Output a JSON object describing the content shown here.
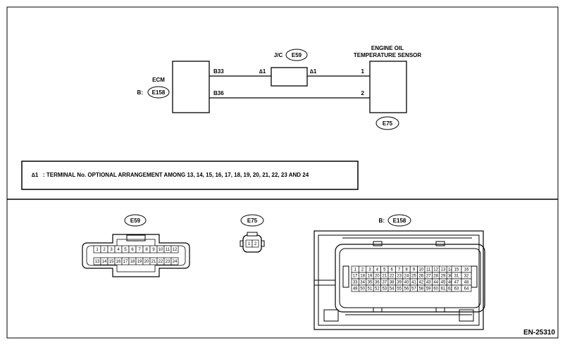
{
  "ecm": {
    "name": "ECM",
    "prefix": "B:",
    "connector": "E158"
  },
  "sensor": {
    "line1": "ENGINE OIL",
    "line2": "TEMPERATURE SENSOR",
    "connector": "E75"
  },
  "jc": {
    "name": "J/C",
    "connector": "E59",
    "mark_left": "∆1",
    "mark_right": "∆1"
  },
  "wires": [
    {
      "from": "B33",
      "to": "1"
    },
    {
      "from": "B36",
      "to": "2"
    }
  ],
  "note": {
    "mark": "∆1",
    "text": ": TERMINAL No. OPTIONAL ARRANGEMENT AMONG 13, 14, 15, 16, 17, 18, 19, 20, 21, 22, 23 AND 24"
  },
  "connectors": {
    "e59": {
      "label": "E59",
      "row1": [
        "1",
        "2",
        "3",
        "4",
        "5",
        "6",
        "7",
        "8",
        "9",
        "10",
        "11",
        "12"
      ],
      "row2": [
        "13",
        "14",
        "15",
        "16",
        "17",
        "18",
        "19",
        "20",
        "21",
        "22",
        "23",
        "24"
      ]
    },
    "e75": {
      "label": "E75",
      "pins": [
        "1",
        "2"
      ]
    },
    "e158": {
      "prefix": "B:",
      "label": "E158",
      "rows": [
        [
          "1",
          "2",
          "3",
          "4",
          "5",
          "6",
          "7",
          "8",
          "9",
          "10",
          "11",
          "12",
          "13",
          "14"
        ],
        [
          "17",
          "18",
          "19",
          "20",
          "21",
          "22",
          "23",
          "24",
          "25",
          "26",
          "27",
          "28",
          "29",
          "30"
        ],
        [
          "33",
          "34",
          "35",
          "36",
          "37",
          "38",
          "39",
          "40",
          "41",
          "42",
          "43",
          "44",
          "45",
          "46"
        ],
        [
          "49",
          "50",
          "51",
          "52",
          "53",
          "54",
          "55",
          "56",
          "57",
          "58",
          "59",
          "60",
          "61",
          "62"
        ]
      ],
      "right_rows": [
        [
          "15",
          "16"
        ],
        [
          "31",
          "32"
        ],
        [
          "47",
          "48"
        ],
        [
          "63",
          "64"
        ]
      ]
    }
  },
  "doc_code": "EN-25310"
}
